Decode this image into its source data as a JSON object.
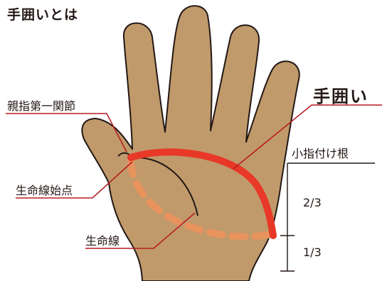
{
  "title": "手囲いとは",
  "labels": {
    "tegakoi": "手囲い",
    "oyayubi_joint": "親指第一関節",
    "seimeisen_start": "生命線始点",
    "seimeisen": "生命線",
    "koyubi_base": "小指付け根",
    "upper_ratio": "2/3",
    "lower_ratio": "1/3"
  },
  "colors": {
    "skin": "#c09a6b",
    "outline": "#231815",
    "red_line": "#e83828",
    "dashed_line": "#e8935e"
  }
}
